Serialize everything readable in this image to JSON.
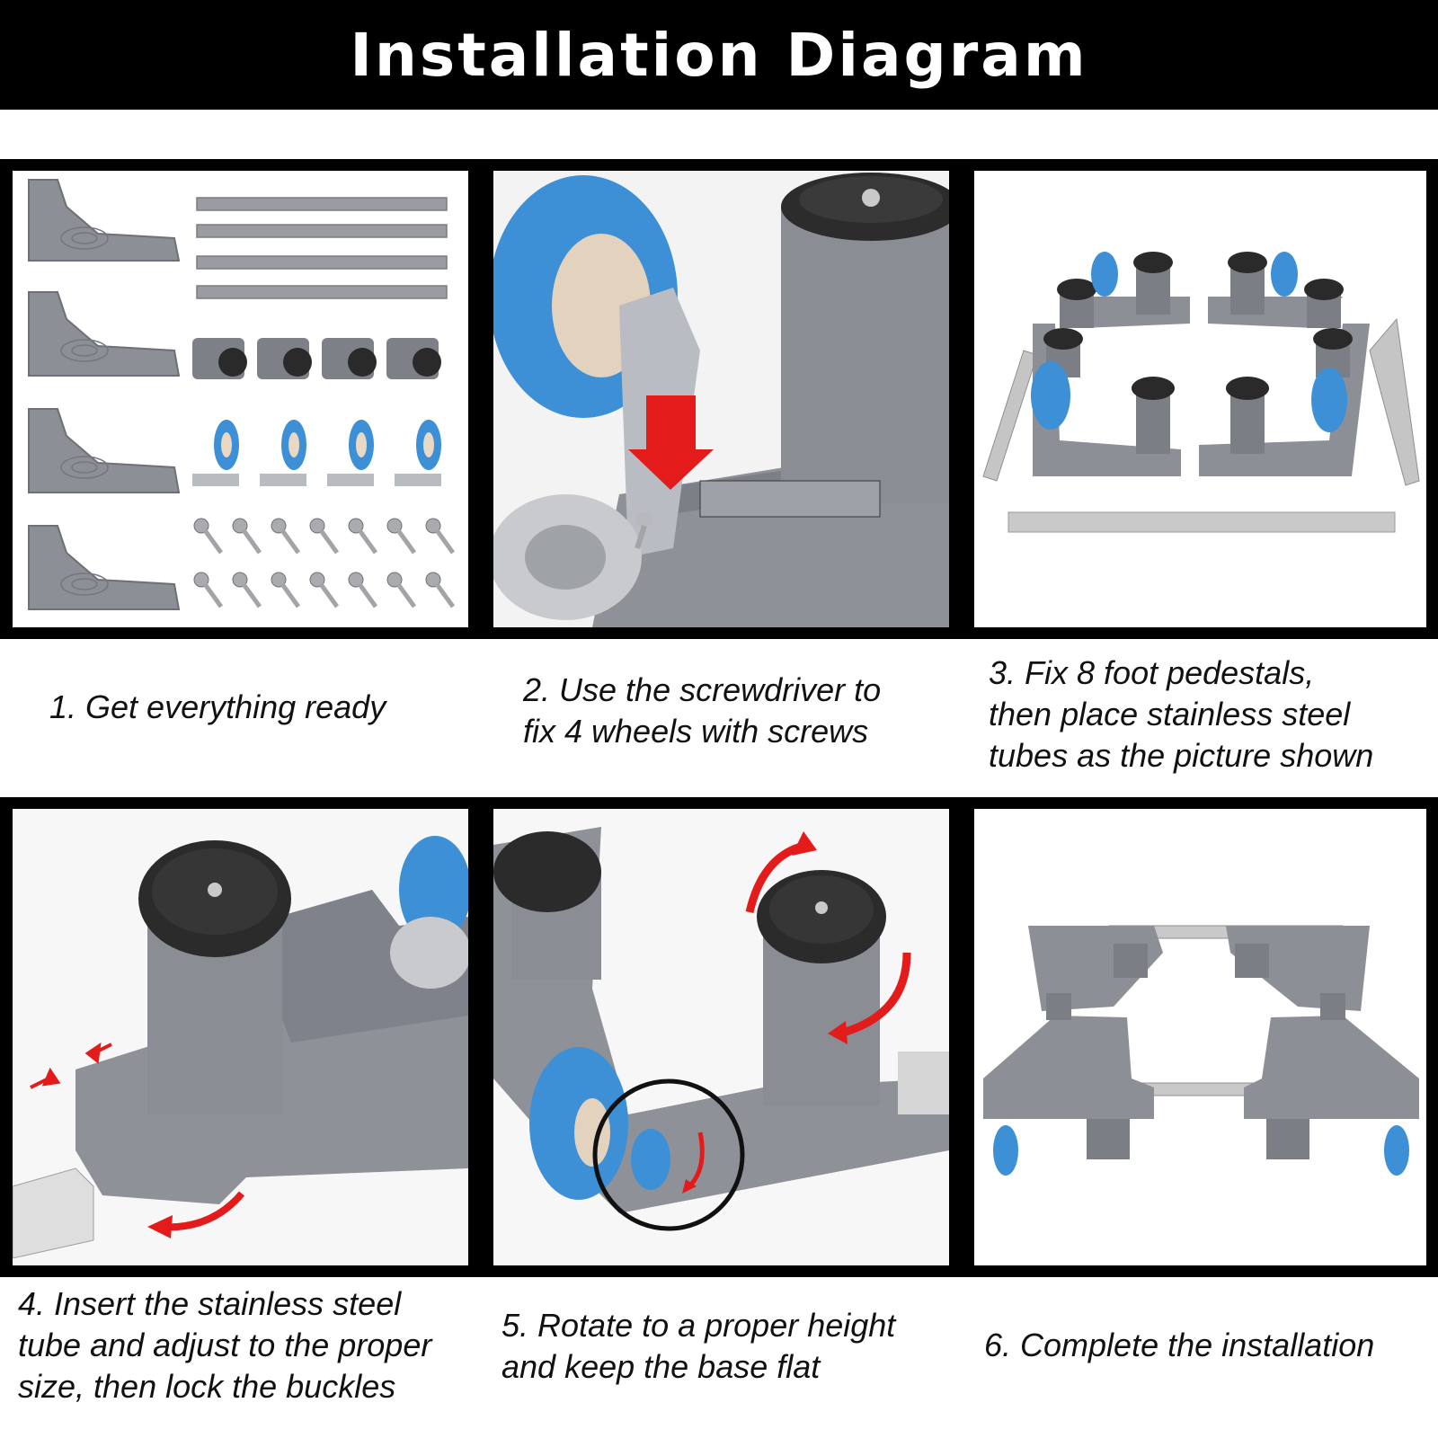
{
  "header": {
    "title": "Installation Diagram"
  },
  "steps": [
    {
      "caption": "1. Get everything ready"
    },
    {
      "caption": "2. Use the screwdriver to\nfix 4 wheels with screws"
    },
    {
      "caption": "3. Fix 8 foot pedestals,\nthen place stainless steel\ntubes as the picture shown"
    },
    {
      "caption": "4. Insert the stainless steel\ntube and adjust to the proper\nsize, then lock the buckles"
    },
    {
      "caption": "5. Rotate to a proper height\nand keep the base flat"
    },
    {
      "caption": "6. Complete the installation"
    }
  ],
  "colors": {
    "header_bg": "#000000",
    "header_text": "#ffffff",
    "part_grey": "#8c8f96",
    "wheel_blue": "#3d8fd6",
    "arrow_red": "#e31b1b",
    "steel": "#c9c9c9"
  },
  "icons": {
    "step1": "parts-kit-photo",
    "step2": "wheel-screw-photo",
    "step3": "pedestal-layout-photo",
    "step4": "tube-insert-photo",
    "step5": "height-rotate-photo",
    "step6": "assembled-base-photo"
  }
}
